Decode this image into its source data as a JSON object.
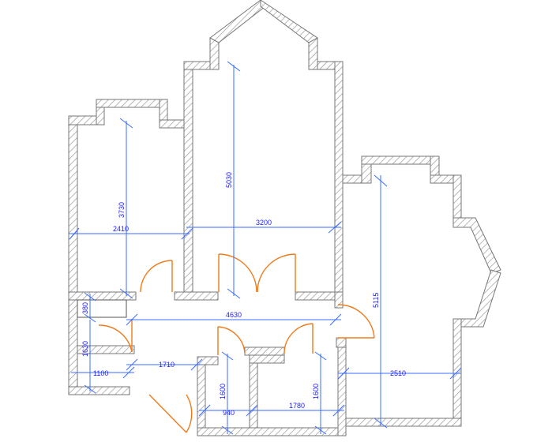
{
  "plan": {
    "colors": {
      "wall_outline": "#777777",
      "wall_hatch": "#9a9a9a",
      "dimension": "#3a6cff",
      "dimension_text": "#1a1aff",
      "door": "#f07a1c",
      "background": "#ffffff"
    },
    "dimensions": {
      "d5030": "5030",
      "d3730": "3730",
      "d2410": "2410",
      "d3200": "3200",
      "d5115": "5115",
      "d380": "380",
      "d4630": "4630",
      "d1630": "1630",
      "d1100": "1100",
      "d1710": "1710",
      "d2510": "2510",
      "d1600a": "1600",
      "d1600b": "1600",
      "d940": "940",
      "d1780": "1780"
    }
  }
}
